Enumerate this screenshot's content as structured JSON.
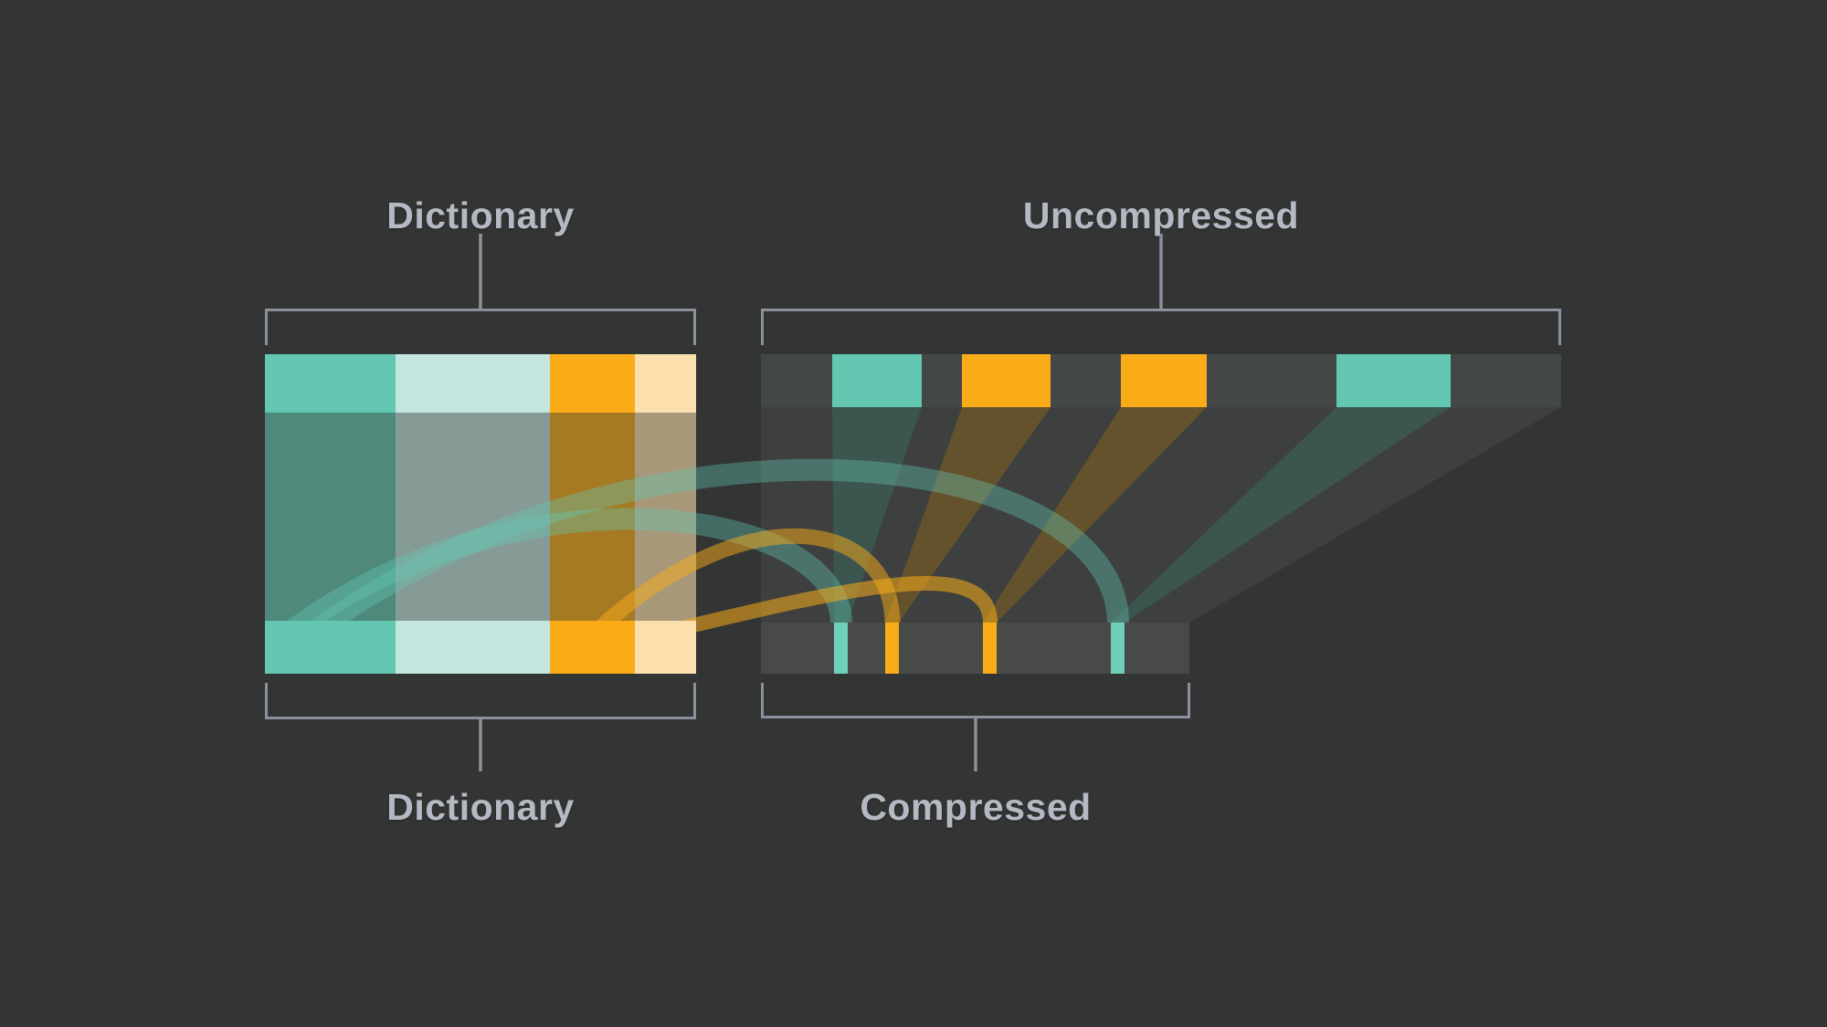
{
  "diagram_title": "Dictionary compression",
  "labels": {
    "dictionary_top": "Dictionary",
    "uncompressed": "Uncompressed",
    "dictionary_bottom": "Dictionary",
    "compressed": "Compressed"
  },
  "palette": {
    "background": "#333534",
    "bar_gray": "#434746",
    "compressed_bar_gray": "#474A49",
    "gray_beam": "#565B5A",
    "teal": "#63C7B2",
    "teal_bright": "#70CFBA",
    "teal_light": "#C3E6DE",
    "orange": "#F9AC18",
    "orange_light": "#FBE0AE",
    "bracket": "#8D8F9D",
    "label_text": "#B6B8C4"
  },
  "dictionary": {
    "entries": [
      {
        "index": 0,
        "color_name": "teal"
      },
      {
        "index": 1,
        "color_name": "light-teal"
      },
      {
        "index": 2,
        "color_name": "orange"
      },
      {
        "index": 3,
        "color_name": "light-orange"
      }
    ]
  },
  "uncompressed": {
    "tokens": [
      "gray",
      "teal",
      "gray",
      "orange",
      "gray",
      "orange",
      "gray",
      "teal",
      "gray"
    ]
  },
  "compressed": {
    "tokens": [
      "teal-reference",
      "orange-reference",
      "orange-reference",
      "teal-reference"
    ]
  },
  "references": [
    {
      "from": "compressed-strip-1",
      "to": "dictionary-teal-entry",
      "color_name": "teal"
    },
    {
      "from": "compressed-strip-2",
      "to": "dictionary-orange-entry",
      "color_name": "orange"
    },
    {
      "from": "compressed-strip-3",
      "to": "dictionary-orange-entry",
      "color_name": "orange"
    },
    {
      "from": "compressed-strip-4",
      "to": "dictionary-teal-entry",
      "color_name": "teal"
    }
  ]
}
